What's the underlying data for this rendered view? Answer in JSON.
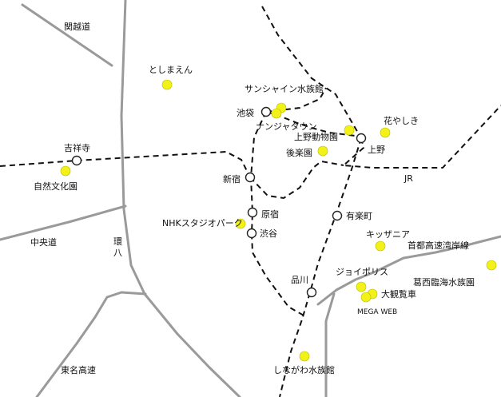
{
  "colors": {
    "spot": "#f2f218",
    "road": "#9a9a9a",
    "rail": "#111111",
    "station_fill": "#ffffff"
  },
  "roads": [
    {
      "id": "kanetsu",
      "label": "関越道"
    },
    {
      "id": "chuo",
      "label": "中央道"
    },
    {
      "id": "kanpachi",
      "label": "環八"
    },
    {
      "id": "tomei",
      "label": "東名高速"
    },
    {
      "id": "shuto-wangan",
      "label": "首都高速湾岸線"
    },
    {
      "id": "jr",
      "label": "JR"
    }
  ],
  "stations": [
    {
      "id": "kichijoji",
      "label": "吉祥寺"
    },
    {
      "id": "ikebukuro",
      "label": "池袋"
    },
    {
      "id": "shinjuku",
      "label": "新宿"
    },
    {
      "id": "harajuku",
      "label": "原宿"
    },
    {
      "id": "shibuya",
      "label": "渋谷"
    },
    {
      "id": "ueno",
      "label": "上野"
    },
    {
      "id": "yurakucho",
      "label": "有楽町"
    },
    {
      "id": "shinagawa",
      "label": "品川"
    }
  ],
  "spots": [
    {
      "id": "toshimaen",
      "label": "としまえん"
    },
    {
      "id": "sunshine-aquarium",
      "label": "サンシャイン水族館"
    },
    {
      "id": "namjatown",
      "label": "ナンジャタウン"
    },
    {
      "id": "ueno-zoo",
      "label": "上野動物園"
    },
    {
      "id": "hanayashiki",
      "label": "花やしき"
    },
    {
      "id": "korakuen",
      "label": "後楽園"
    },
    {
      "id": "shizen-bunkaen",
      "label": "自然文化園"
    },
    {
      "id": "nhk-studio-park",
      "label": "NHKスタジオパーク"
    },
    {
      "id": "kidzania",
      "label": "キッザニア"
    },
    {
      "id": "kasai-aquarium",
      "label": "葛西臨海水族園"
    },
    {
      "id": "joypolis",
      "label": "ジョイポリス"
    },
    {
      "id": "daikanransha",
      "label": "大観覧車"
    },
    {
      "id": "mega-web",
      "label": "MEGA WEB"
    },
    {
      "id": "shinagawa-aquarium",
      "label": "しながわ水族館"
    }
  ]
}
